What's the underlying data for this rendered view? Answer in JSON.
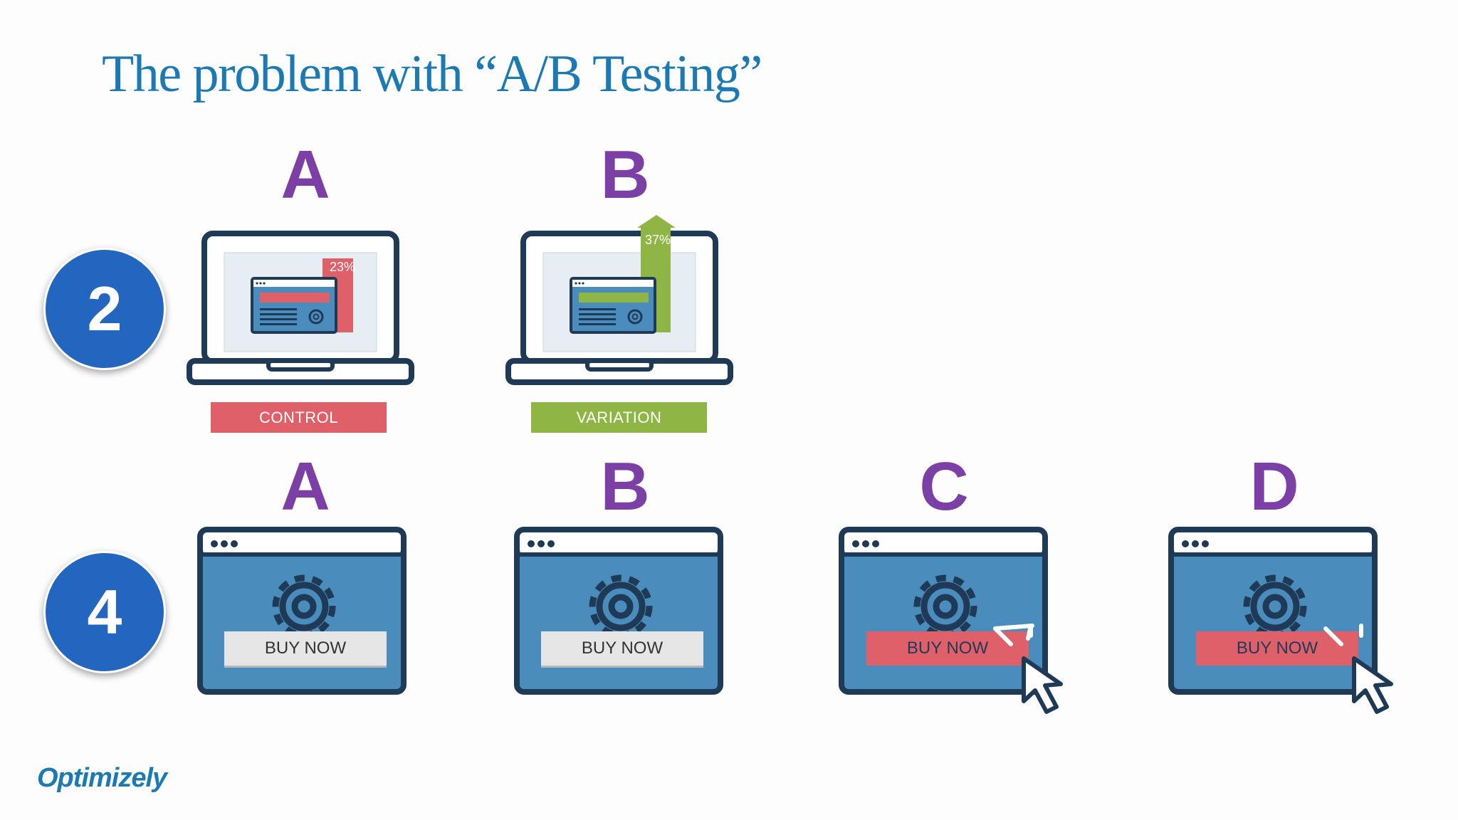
{
  "slide": {
    "title": "The problem with “A/B Testing”",
    "logo": "Optimizely"
  },
  "row_two": {
    "count": "2",
    "variants": [
      {
        "letter": "A",
        "label": "CONTROL",
        "percent": "23%",
        "color": "#e0606a"
      },
      {
        "letter": "B",
        "label": "VARIATION",
        "percent": "37%",
        "color": "#8fb645"
      }
    ]
  },
  "row_four": {
    "count": "4",
    "variants": [
      {
        "letter": "A",
        "button": "BUY NOW",
        "button_color": "#e6e6e6",
        "cursor": false
      },
      {
        "letter": "B",
        "button": "BUY NOW",
        "button_color": "#e6e6e6",
        "cursor": false
      },
      {
        "letter": "C",
        "button": "BUY NOW",
        "button_color": "#e0606a",
        "cursor": true
      },
      {
        "letter": "D",
        "button": "BUY NOW",
        "button_color": "#e0606a",
        "cursor": true
      }
    ]
  },
  "colors": {
    "title": "#1b7ab3",
    "letters": "#7b3fa6",
    "circle": "#2366c0",
    "outline": "#1f3a56",
    "screen_blue": "#4a8dbd"
  },
  "icons": [
    "laptop-icon",
    "browser-window-icon",
    "gear-icon",
    "cursor-icon",
    "growth-arrow-icon"
  ]
}
